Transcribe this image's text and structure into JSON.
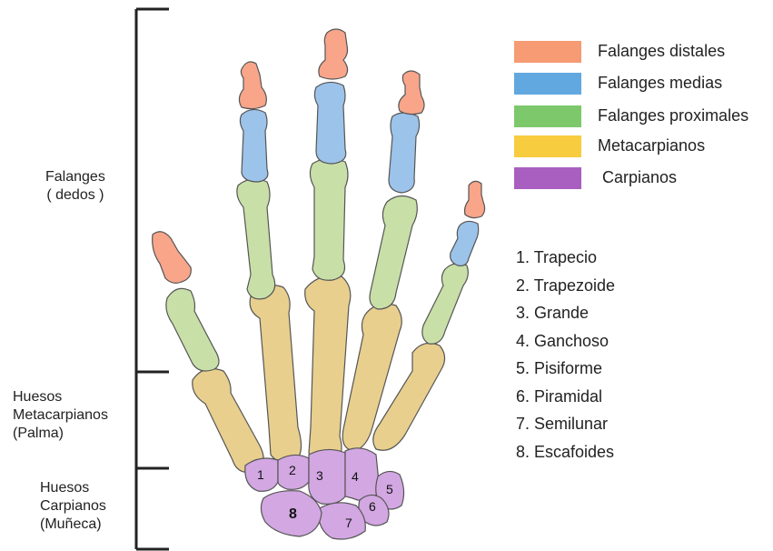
{
  "colors": {
    "distal": "#f69b73",
    "medial": "#62a8e0",
    "proximal": "#7ec86c",
    "metacarpal": "#f8cc3f",
    "carpal": "#a95fc0",
    "bone_distal_fill": "#f8a58a",
    "bone_medial_fill": "#9cc3ea",
    "bone_proximal_fill": "#c8e0a8",
    "bone_metacarpal_fill": "#e8cf8e",
    "bone_carpal_fill": "#d2a7e2",
    "outline": "#555555",
    "bracket": "#222222"
  },
  "side_labels": {
    "fingers": "Falanges\n( dedos )",
    "palm": "Huesos\nMetacarpianos\n(Palma)",
    "wrist": "Huesos\nCarpianos\n(Muñeca)"
  },
  "legend": [
    {
      "label": "Falanges distales",
      "color": "#f69b73"
    },
    {
      "label": "Falanges medias",
      "color": "#62a8e0"
    },
    {
      "label": "Falanges proximales",
      "color": "#7ec86c"
    },
    {
      "label": "Metacarpianos",
      "color": "#f8cc3f"
    },
    {
      "label": "Carpianos",
      "color": "#a95fc0"
    }
  ],
  "carpal_bones": [
    "1. Trapecio",
    "2. Trapezoide",
    "3. Grande",
    "4. Ganchoso",
    "5. Pisiforme",
    "6. Piramidal",
    "7. Semilunar",
    "8. Escafoides"
  ],
  "carpal_numbers": [
    "1",
    "2",
    "3",
    "4",
    "5",
    "6",
    "7",
    "8"
  ]
}
